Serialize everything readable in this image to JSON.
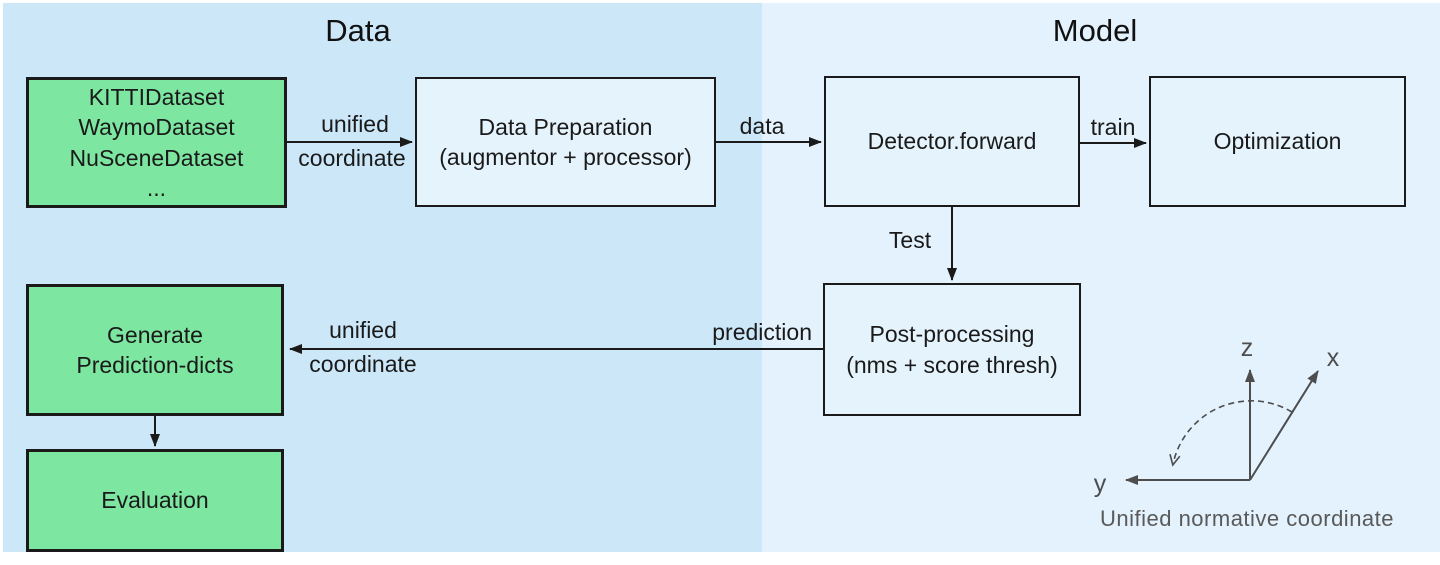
{
  "titles": {
    "data": "Data",
    "model": "Model"
  },
  "boxes": {
    "datasets": {
      "lines": [
        "KITTIDataset",
        "WaymoDataset",
        "NuSceneDataset",
        "..."
      ]
    },
    "data_preparation": {
      "lines": [
        "Data Preparation",
        "(augmentor + processor)"
      ]
    },
    "detector": {
      "lines": [
        "Detector.forward"
      ]
    },
    "optimization": {
      "lines": [
        "Optimization"
      ]
    },
    "post_processing": {
      "lines": [
        "Post-processing",
        "(nms + score thresh)"
      ]
    },
    "generate_prediction": {
      "lines": [
        "Generate",
        "Prediction-dicts"
      ]
    },
    "evaluation": {
      "lines": [
        "Evaluation"
      ]
    }
  },
  "edge_labels": {
    "unified_top_line1": "unified",
    "unified_top_line2": "coordinate",
    "data": "data",
    "train": "train",
    "test": "Test",
    "prediction": "prediction",
    "unified_bottom_line1": "unified",
    "unified_bottom_line2": "coordinate"
  },
  "axes": {
    "x_label": "x",
    "y_label": "y",
    "z_label": "z",
    "caption": "Unified normative coordinate"
  },
  "colors": {
    "region_left_bg": "#cce7f8",
    "region_right_bg": "#e3f2fc",
    "node_green": "#7de6a1",
    "node_blue": "#e5f3fd",
    "edge_black": "#1a1a1a",
    "axes_gray": "#595959"
  }
}
